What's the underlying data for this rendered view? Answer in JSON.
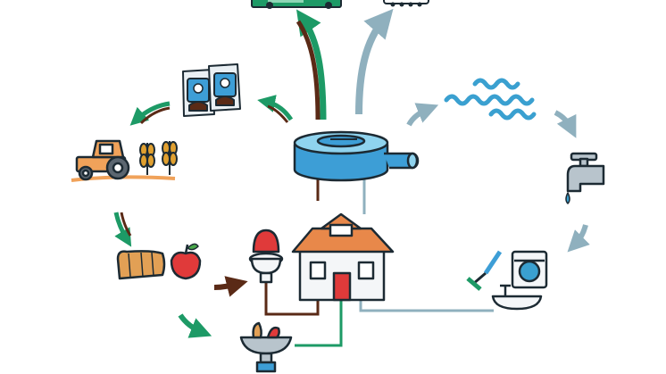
{
  "diagram": {
    "colors": {
      "outline": "#1c2a33",
      "green_flow": "#1d9a66",
      "brown_flow": "#5a2a16",
      "grey_blue_flow": "#8fb0be",
      "water_blue": "#3aa0d0",
      "tank_blue": "#3d9ed6",
      "roof_orange": "#e8884a",
      "door_red": "#e03a3a",
      "tractor_orange": "#f0a25a",
      "wheat_gold": "#e0a030"
    },
    "nodes": [
      {
        "id": "truck",
        "icon": "truck-icon"
      },
      {
        "id": "tanker",
        "icon": "tanker-icon"
      },
      {
        "id": "fertilizer",
        "icon": "fertilizer-bags-icon"
      },
      {
        "id": "treatment-plant",
        "icon": "treatment-tank-icon"
      },
      {
        "id": "river",
        "icon": "water-waves-icon"
      },
      {
        "id": "farm",
        "icon": "tractor-wheat-icon"
      },
      {
        "id": "tap",
        "icon": "faucet-icon"
      },
      {
        "id": "house",
        "icon": "house-icon"
      },
      {
        "id": "toilet",
        "icon": "toilet-icon"
      },
      {
        "id": "food",
        "icon": "bread-apple-icon"
      },
      {
        "id": "washing",
        "icon": "washing-machine-sink-icon"
      },
      {
        "id": "food-waste",
        "icon": "food-waste-sink-icon"
      }
    ]
  }
}
